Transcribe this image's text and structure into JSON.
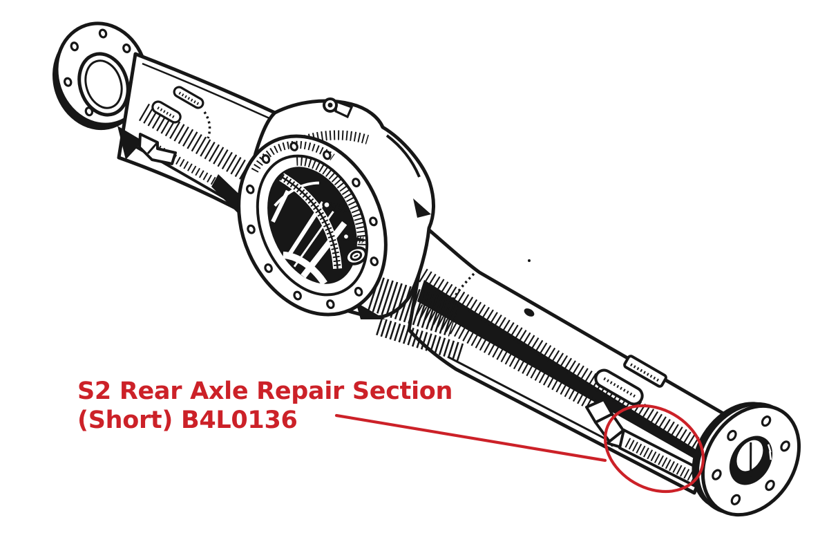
{
  "figure": {
    "alt": "Technical line drawing of a Series 2 rear axle casing with flanges at both ends and central differential housing"
  },
  "annotation": {
    "line1": "S2 Rear Axle Repair Section",
    "line2": "(Short) B4L0136",
    "color": "#cc2128",
    "ink_color": "#171717",
    "background_color": "#ffffff"
  }
}
